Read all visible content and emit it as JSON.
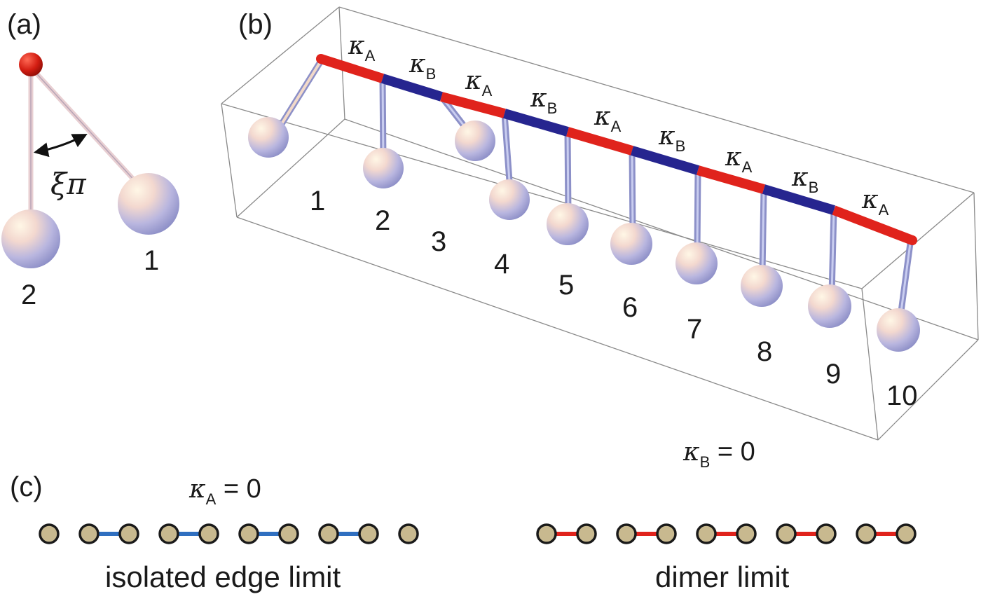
{
  "panels": {
    "a": {
      "label": "(a)",
      "angle_label": "ξπ",
      "site_labels": [
        "2",
        "1"
      ]
    },
    "b": {
      "label": "(b)",
      "site_labels": [
        "1",
        "2",
        "3",
        "4",
        "5",
        "6",
        "7",
        "8",
        "9",
        "10"
      ],
      "coupling_symbol": "κ",
      "coupling_pattern": [
        "A",
        "B",
        "A",
        "B",
        "A",
        "B",
        "A",
        "B",
        "A"
      ]
    },
    "c": {
      "label": "(c)",
      "left": {
        "condition_symbol": "κ",
        "condition_subscript": "A",
        "condition_value": " = 0",
        "caption": "isolated edge limit",
        "sites": 10,
        "bonded_pairs": [
          [
            1,
            2
          ],
          [
            3,
            4
          ],
          [
            5,
            6
          ],
          [
            7,
            8
          ]
        ]
      },
      "right": {
        "condition_symbol": "κ",
        "condition_subscript": "B",
        "condition_value": " = 0",
        "caption": "dimer limit",
        "sites": 10,
        "bonded_pairs": [
          [
            0,
            1
          ],
          [
            2,
            3
          ],
          [
            4,
            5
          ],
          [
            6,
            7
          ],
          [
            8,
            9
          ]
        ]
      }
    }
  },
  "colors": {
    "kappa_A": "#e0231c",
    "kappa_B": "#26258f",
    "bond_A_limit": "#e0231c",
    "bond_B_limit": "#2f6fc0",
    "site_fill": "#c8b98f",
    "site_stroke": "#1a1a1a",
    "box_edge": "#8a8a8a"
  }
}
